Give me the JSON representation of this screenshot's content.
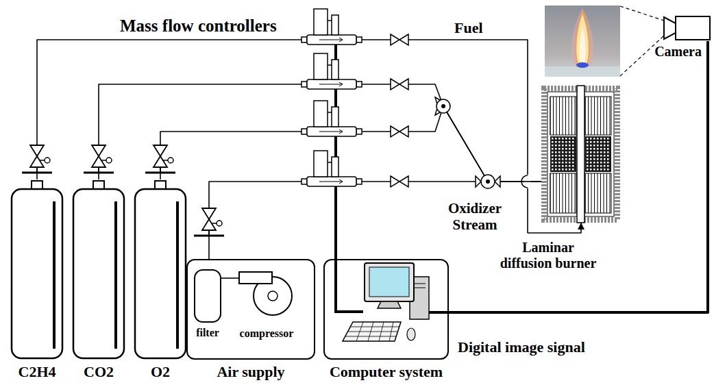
{
  "diagram": {
    "nodes": [
      {
        "text": [
          "C2H4"
        ]
      },
      {
        "text": [
          "CO2"
        ]
      },
      {
        "text": [
          "O2"
        ]
      },
      {
        "text": [
          "Air supply"
        ]
      },
      {
        "text": [
          "filter"
        ],
        "in": 3
      },
      {
        "text": [
          "compressor"
        ],
        "in": 3
      },
      {
        "text": [
          "Computer system"
        ]
      },
      {
        "text": [
          "Laminar diffusion burner"
        ]
      },
      {
        "text": [
          "Camera"
        ]
      }
    ],
    "edges": [
      {
        "from": 0,
        "to": 7,
        "arrow": "to",
        "label": "Fuel"
      },
      {
        "from": 1,
        "to": 7,
        "arrow": "none"
      },
      {
        "from": 2,
        "to": 7,
        "arrow": "none"
      },
      {
        "from": 3,
        "to": 7,
        "arrow": "none"
      },
      {
        "from": 4,
        "to": 5,
        "arrow": "none"
      },
      {
        "from": 8,
        "to": 6,
        "arrow": "none",
        "label": "Digital image signal"
      }
    ],
    "labels": [
      "Mass flow controllers",
      "Oxidizer Stream"
    ]
  }
}
